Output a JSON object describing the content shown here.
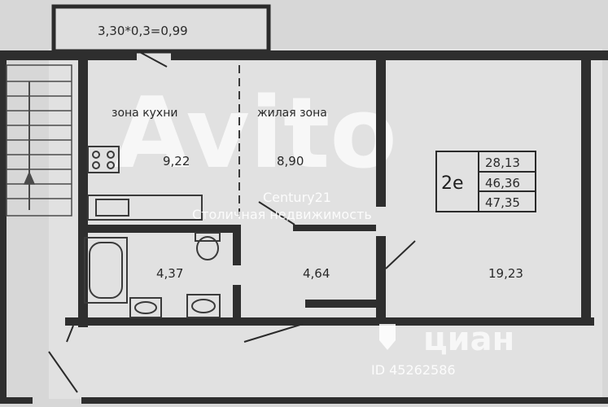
{
  "balcony_formula": "3,30*0,3=0,99",
  "rooms": {
    "kitchen_zone_label": "зона кухни",
    "living_zone_label": "жилая зона",
    "kitchen_area": "9,22",
    "living_area": "8,90",
    "bathroom_area": "4,37",
    "hall_area": "4,64",
    "bedroom_area": "19,23"
  },
  "legend": {
    "type_code": "2е",
    "living_area": "28,13",
    "total_area": "46,36",
    "full_area": "47,35"
  },
  "watermarks": {
    "agency_name": "Century21",
    "agency_subtitle": "Столичная недвижимость",
    "avito_text": "Avito",
    "cian_text": "циан",
    "listing_id": "ID 45262586"
  }
}
